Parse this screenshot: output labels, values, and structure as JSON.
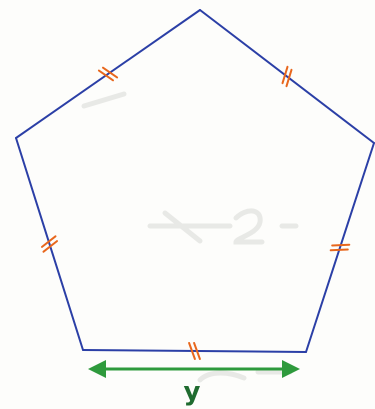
{
  "figure": {
    "shape": "regular pentagon",
    "all_sides_equal": true,
    "equal_side_marks_per_side": 2,
    "colors": {
      "outline": "#2b3fa6",
      "tick_marks": "#e8671d",
      "measure_arrow": "#2e9a3c",
      "label_text": "#1f6b2f",
      "background": "#fdfdfb"
    },
    "measurement": {
      "side": "bottom",
      "arrow_heads": "both",
      "variable_label": "y"
    }
  },
  "icons": {
    "equal_mark": "double-tick-icon",
    "arrow_head": "arrow-head-icon"
  }
}
